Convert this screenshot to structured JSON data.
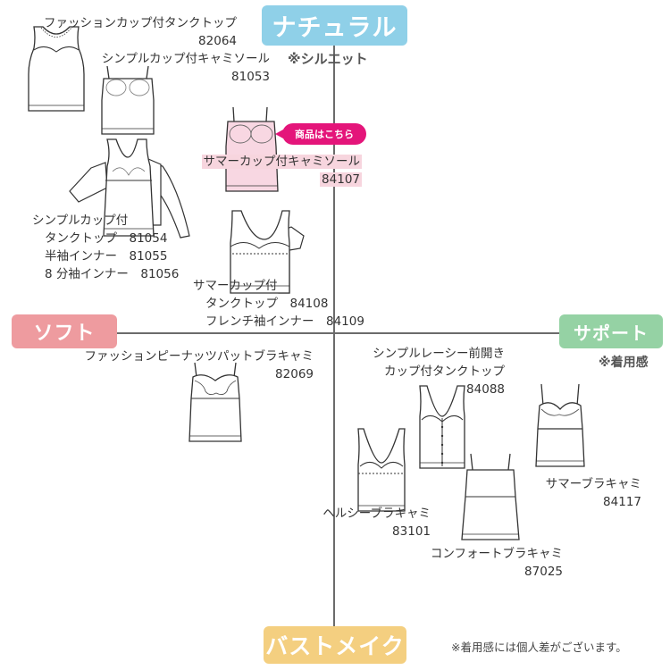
{
  "axes": {
    "top": {
      "label": "ナチュラル",
      "note": "※シルエット",
      "color": "#8fd0e8"
    },
    "bottom": {
      "label": "バストメイク",
      "color": "#f4cf80"
    },
    "left": {
      "label": "ソフト",
      "color": "#ee9b9f"
    },
    "right": {
      "label": "サポート",
      "note": "※着用感",
      "color": "#95d2a4"
    }
  },
  "cta": {
    "label": "商品はこちら",
    "color": "#e4157a"
  },
  "footnote": "※着用感には個人差がございます。",
  "products": [
    {
      "lines": [
        "ファッションカップ付タンクトップ",
        "82064"
      ]
    },
    {
      "lines": [
        "シンプルカップ付キャミソール",
        "81053"
      ]
    },
    {
      "lines": [
        "サマーカップ付キャミソール",
        "84107"
      ],
      "highlight_color": "#f7d5de"
    },
    {
      "lines": [
        "シンプルカップ付",
        "タンクトップ　81054",
        "半袖インナー　81055",
        "8 分袖インナー　81056"
      ]
    },
    {
      "lines": [
        "サマーカップ付",
        "タンクトップ　84108",
        "フレンチ袖インナー　84109"
      ]
    },
    {
      "lines": [
        "ファッションピーナッツパットブラキャミ",
        "82069"
      ]
    },
    {
      "lines": [
        "シンプルレーシー前開き",
        "カップ付タンクトップ",
        "84088"
      ]
    },
    {
      "lines": [
        "サマーブラキャミ",
        "84117"
      ]
    },
    {
      "lines": [
        "ヘルシーブラキャミ",
        "83101"
      ]
    },
    {
      "lines": [
        "コンフォートブラキャミ",
        "87025"
      ]
    }
  ]
}
